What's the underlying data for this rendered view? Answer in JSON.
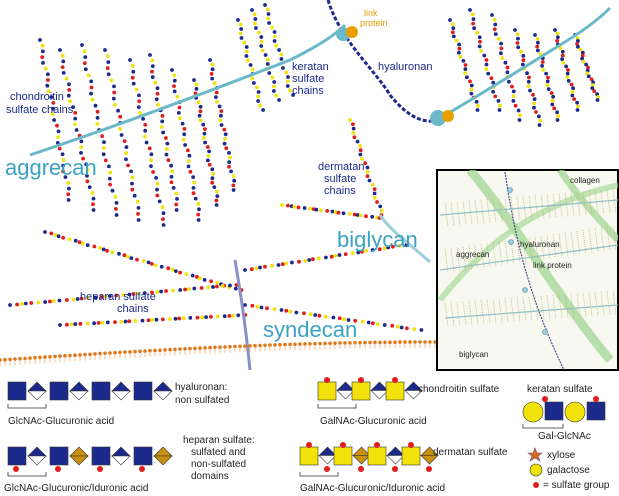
{
  "colors": {
    "hyaluronan": "#1c2a8c",
    "core_protein": "#6bb8c8",
    "gal_yellow": "#f2e20c",
    "sulfate": "#e31c1c",
    "iduronic_gold": "#c8900c",
    "link_protein": "#e8a000",
    "membrane": "#e07818",
    "collagen": "#a8d89a",
    "inset_border": "#000000",
    "label_blue": "#1c2a8c",
    "big_label": "#3aa3c2"
  },
  "labels": {
    "chondroitin": [
      "chondroitin",
      "sulfate chains"
    ],
    "keratan": [
      "keratan",
      "sulfate",
      "chains"
    ],
    "link_protein": [
      "link",
      "protein"
    ],
    "hyaluronan": "hyaluronan",
    "aggrecan": "aggrecan",
    "dermatan": [
      "dermatan",
      "sulfate",
      "chains"
    ],
    "biglycan": "biglycan",
    "heparan": [
      "heparan sulfate",
      "chains"
    ],
    "syndecan": "syndecan"
  },
  "inset": {
    "collagen": "collagen",
    "aggrecan": "aggrecan",
    "hyaluronan": "hyaluronan",
    "link_protein": "link protein",
    "biglycan": "biglycan"
  },
  "legend": {
    "hyaluronan": {
      "name": [
        "hyaluronan:",
        "non sulfated"
      ],
      "unit": "GlcNAc-Glucuronic acid"
    },
    "chondroitin": {
      "name": "chondroitin sulfate",
      "unit": "GalNAc-Glucuronic acid"
    },
    "keratan": {
      "name": "keratan sulfate",
      "unit": "Gal-GlcNAc"
    },
    "heparan": {
      "name": [
        "heparan sulfate:",
        "sulfated and",
        "non-sulfated",
        "domains"
      ],
      "unit": "GlcNAc-Glucuronic/Iduronic acid"
    },
    "dermatan": {
      "name": "dermatan sulfate",
      "unit": "GalNAc-Glucuronic/Iduronic acid"
    },
    "key": {
      "xylose": "xylose",
      "galactose": "galactose",
      "sulfate": "= sulfate group"
    }
  }
}
